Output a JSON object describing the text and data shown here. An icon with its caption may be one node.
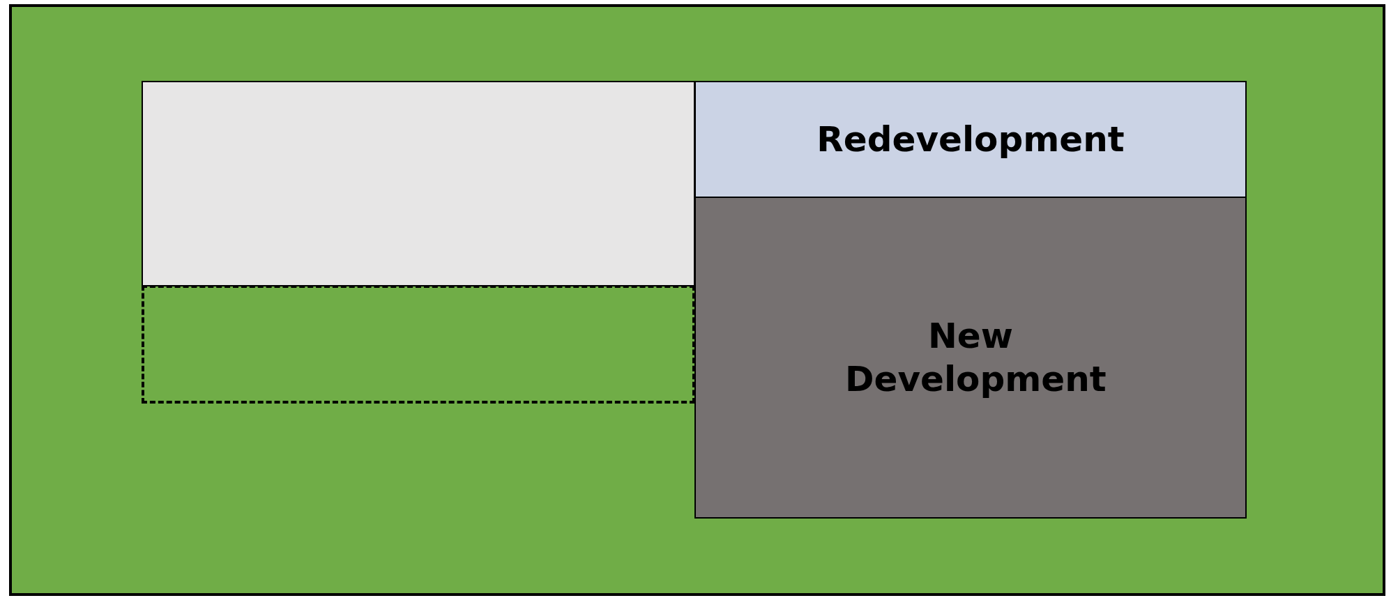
{
  "diagram": {
    "nodes": [
      {
        "text": [],
        "shape": "box"
      },
      {
        "text": [],
        "shape": "box",
        "in": 0
      },
      {
        "text": [
          "Redevelopment"
        ],
        "in": 0
      },
      {
        "text": [
          "New Development"
        ],
        "in": 0
      },
      {
        "text": [],
        "shape": "box",
        "in": 0
      }
    ]
  }
}
